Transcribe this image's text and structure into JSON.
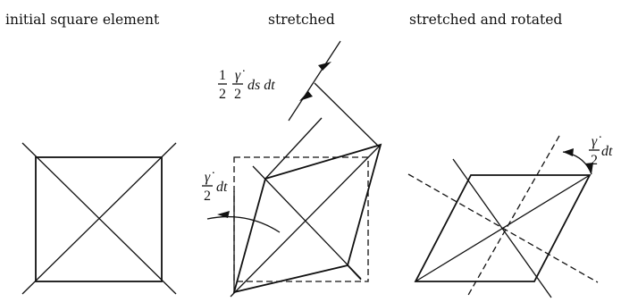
{
  "panels": [
    {
      "caption": "initial square element"
    },
    {
      "caption": "stretched"
    },
    {
      "caption": "stretched and rotated"
    }
  ],
  "annotations": {
    "strain_width": {
      "frac1_num": "1",
      "frac1_den": "2",
      "frac2_num": "γ̇",
      "frac2_den": "2",
      "suffix": "ds dt"
    },
    "stretch_angle": {
      "num": "γ̇",
      "den": "2",
      "suffix": "dt"
    },
    "rotation_angle": {
      "num": "γ̇",
      "den": "2",
      "suffix": "dt"
    }
  }
}
